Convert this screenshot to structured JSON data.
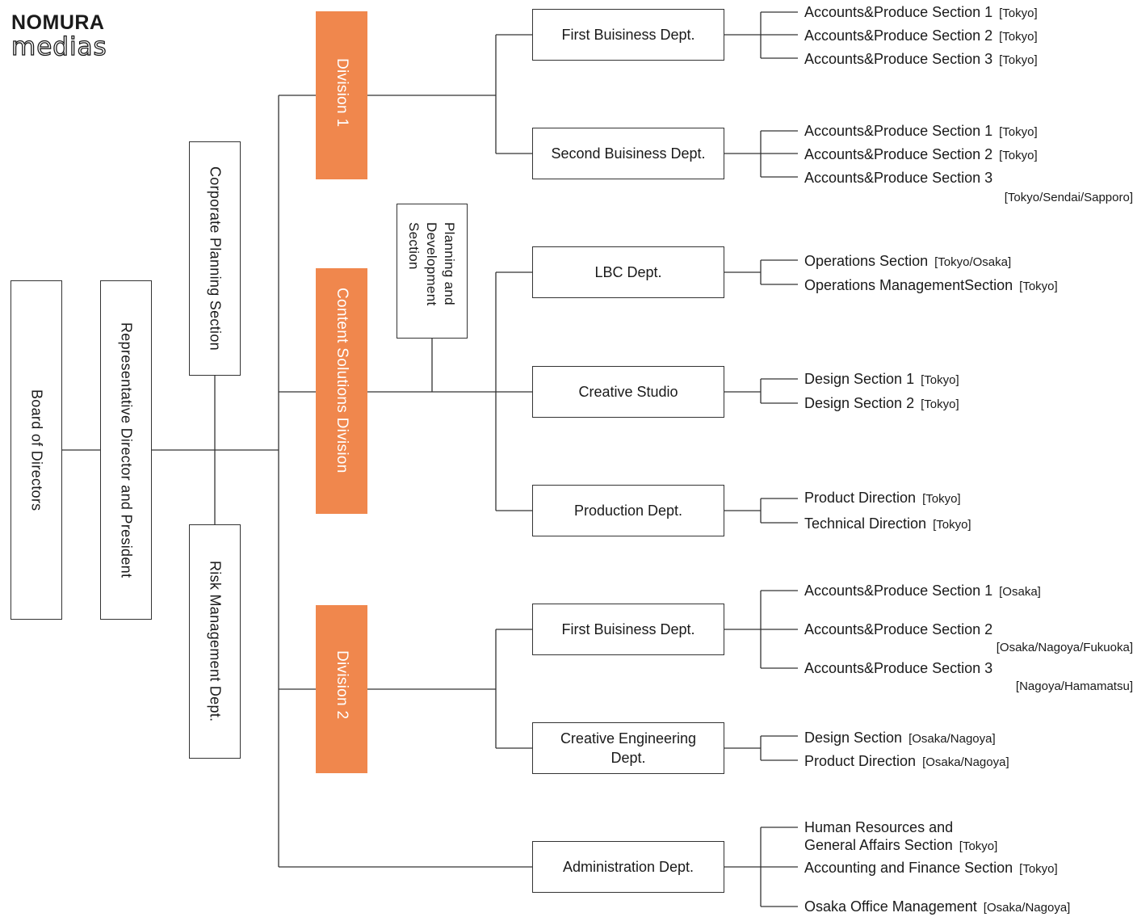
{
  "logo": {
    "line1": "NOMURA",
    "line2": "medias"
  },
  "board": "Board of Directors",
  "president": "Representative Director and President",
  "corporate_planning": "Corporate Planning Section",
  "risk_management": "Risk Management Dept.",
  "planning_development": "Planning and Development Section",
  "colors": {
    "division": "#f0874d",
    "line": "#333333"
  },
  "division1": {
    "name": "Division 1",
    "dept1": {
      "name": "First Buisiness Dept.",
      "sections": [
        {
          "name": "Accounts&Produce Section 1",
          "loc": "[Tokyo]"
        },
        {
          "name": "Accounts&Produce Section 2",
          "loc": "[Tokyo]"
        },
        {
          "name": "Accounts&Produce Section 3",
          "loc": "[Tokyo]"
        }
      ]
    },
    "dept2": {
      "name": "Second Buisiness Dept.",
      "sections": [
        {
          "name": "Accounts&Produce Section 1",
          "loc": "[Tokyo]"
        },
        {
          "name": "Accounts&Produce Section 2",
          "loc": "[Tokyo]"
        },
        {
          "name": "Accounts&Produce Section 3",
          "loc": "[Tokyo/Sendai/Sapporo]"
        }
      ]
    }
  },
  "content": {
    "name": "Content Solutions Division",
    "lbc": {
      "name": "LBC Dept.",
      "sections": [
        {
          "name": "Operations Section",
          "loc": "[Tokyo/Osaka]"
        },
        {
          "name": "Operations ManagementSection",
          "loc": "[Tokyo]"
        }
      ]
    },
    "studio": {
      "name": "Creative Studio",
      "sections": [
        {
          "name": "Design Section 1",
          "loc": "[Tokyo]"
        },
        {
          "name": "Design Section 2",
          "loc": "[Tokyo]"
        }
      ]
    },
    "production": {
      "name": "Production Dept.",
      "sections": [
        {
          "name": "Product Direction",
          "loc": "[Tokyo]"
        },
        {
          "name": "Technical Direction",
          "loc": "[Tokyo]"
        }
      ]
    }
  },
  "division2": {
    "name": "Division 2",
    "dept1": {
      "name": "First Buisiness Dept.",
      "sections": [
        {
          "name": "Accounts&Produce Section 1",
          "loc": "[Osaka]"
        },
        {
          "name": "Accounts&Produce Section 2",
          "loc": "[Osaka/Nagoya/Fukuoka]"
        },
        {
          "name": "Accounts&Produce Section 3",
          "loc": "[Nagoya/Hamamatsu]"
        }
      ]
    },
    "engineering": {
      "name": "Creative Engineering Dept.",
      "sections": [
        {
          "name": "Design Section",
          "loc": "[Osaka/Nagoya]"
        },
        {
          "name": "Product Direction",
          "loc": "[Osaka/Nagoya]"
        }
      ]
    }
  },
  "administration": {
    "name": "Administration Dept.",
    "sections": [
      {
        "name": "Human Resources and",
        "name2": "General Affairs Section",
        "loc": "[Tokyo]"
      },
      {
        "name": "Accounting and Finance Section",
        "loc": "[Tokyo]"
      },
      {
        "name": "Osaka Office Management",
        "loc": "[Osaka/Nagoya]"
      }
    ]
  }
}
